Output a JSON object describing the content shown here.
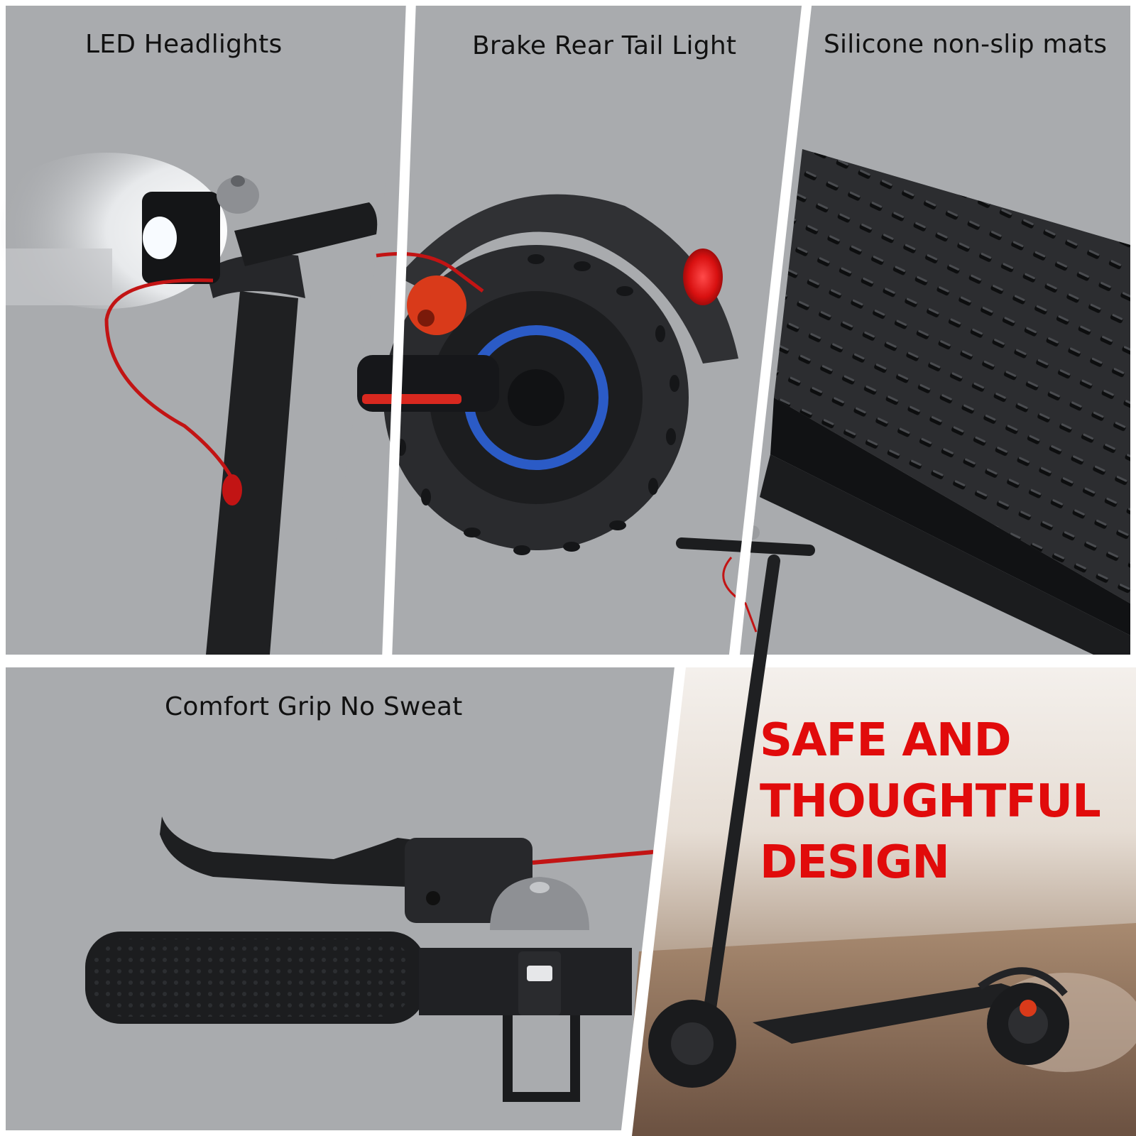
{
  "panels": {
    "led": {
      "title": "LED Headlights"
    },
    "brake": {
      "title": "Brake Rear Tail Light"
    },
    "mats": {
      "title": "Silicone non-slip mats"
    },
    "grip": {
      "title": "Comfort Grip No Sweat"
    }
  },
  "headline": {
    "line1": "SAFE AND",
    "line2": "THOUGHTFUL",
    "line3": "DESIGN"
  },
  "colors": {
    "panel_gray": "#a9abae",
    "accent_red": "#e10b0b",
    "scooter_black": "#1e1f21"
  }
}
